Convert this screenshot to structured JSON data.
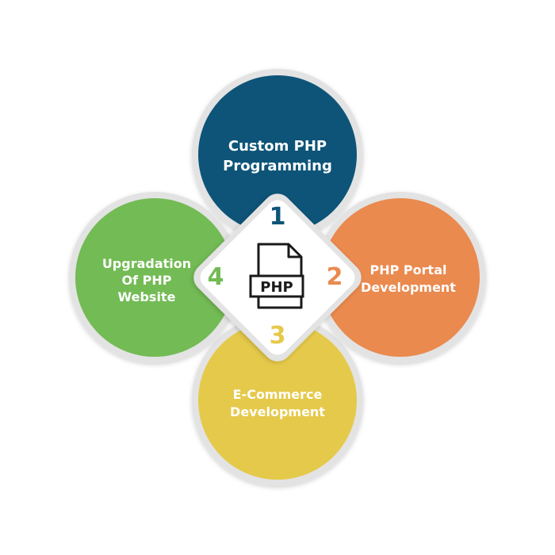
{
  "colors": {
    "top": "#0d5478",
    "right": "#ea8a4f",
    "bottom": "#e5c94a",
    "left": "#73bb55",
    "border": "#e3e3e3",
    "center_fill": "#ffffff",
    "text": "#ffffff"
  },
  "nodes": [
    {
      "number": "1",
      "label": "Custom PHP\nProgramming",
      "color_key": "top"
    },
    {
      "number": "2",
      "label": "PHP Portal\nDevelopment",
      "color_key": "right"
    },
    {
      "number": "3",
      "label": "E-Commerce\nDevelopment",
      "color_key": "bottom"
    },
    {
      "number": "4",
      "label": "Upgradation\nOf PHP\nWebsite",
      "color_key": "left"
    }
  ],
  "center": {
    "icon": "php-file-icon",
    "icon_text": "PHP"
  }
}
